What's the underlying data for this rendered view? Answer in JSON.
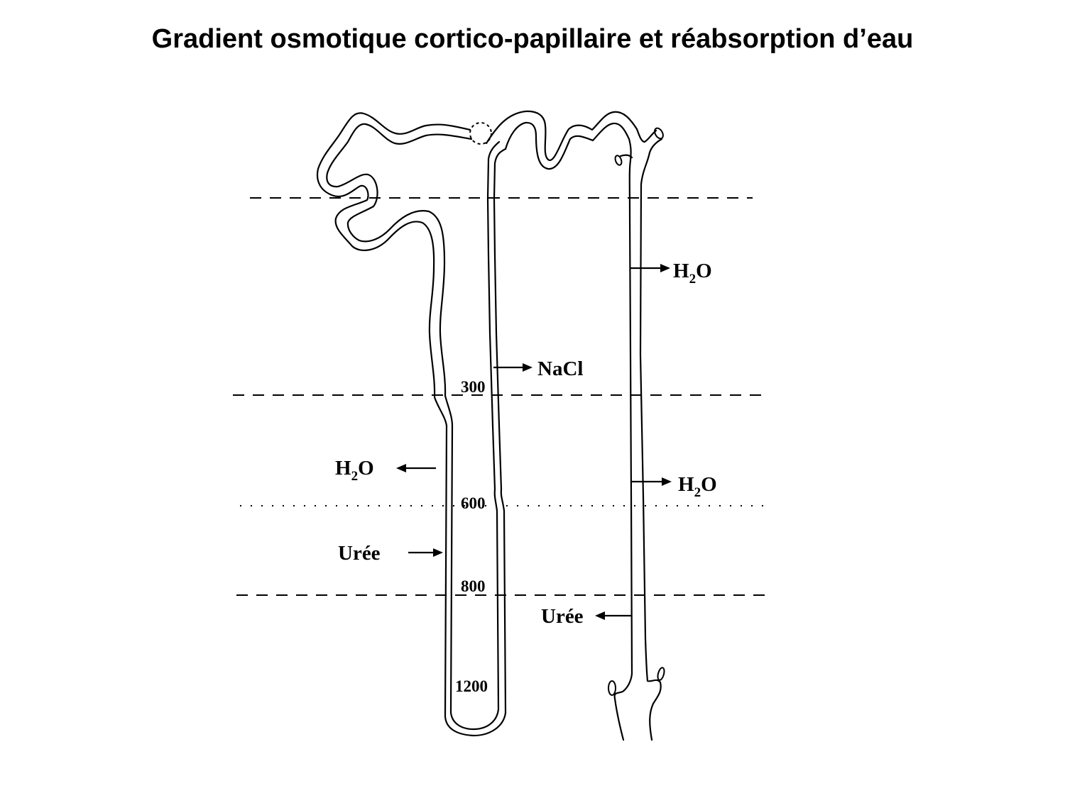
{
  "title": "Gradient osmotique cortico-papillaire et réabsorption d’eau",
  "labels": {
    "h2o_collecting_upper": {
      "main": "H",
      "sub": "2",
      "tail": "O"
    },
    "nacl": "NaCl",
    "h2o_descending": {
      "main": "H",
      "sub": "2",
      "tail": "O"
    },
    "h2o_collecting_lower": {
      "main": "H",
      "sub": "2",
      "tail": "O"
    },
    "uree_in": "Urée",
    "uree_out": "Urée"
  },
  "osmolarity": {
    "v300": "300",
    "v600": "600",
    "v800": "800",
    "v1200": "1200"
  }
}
